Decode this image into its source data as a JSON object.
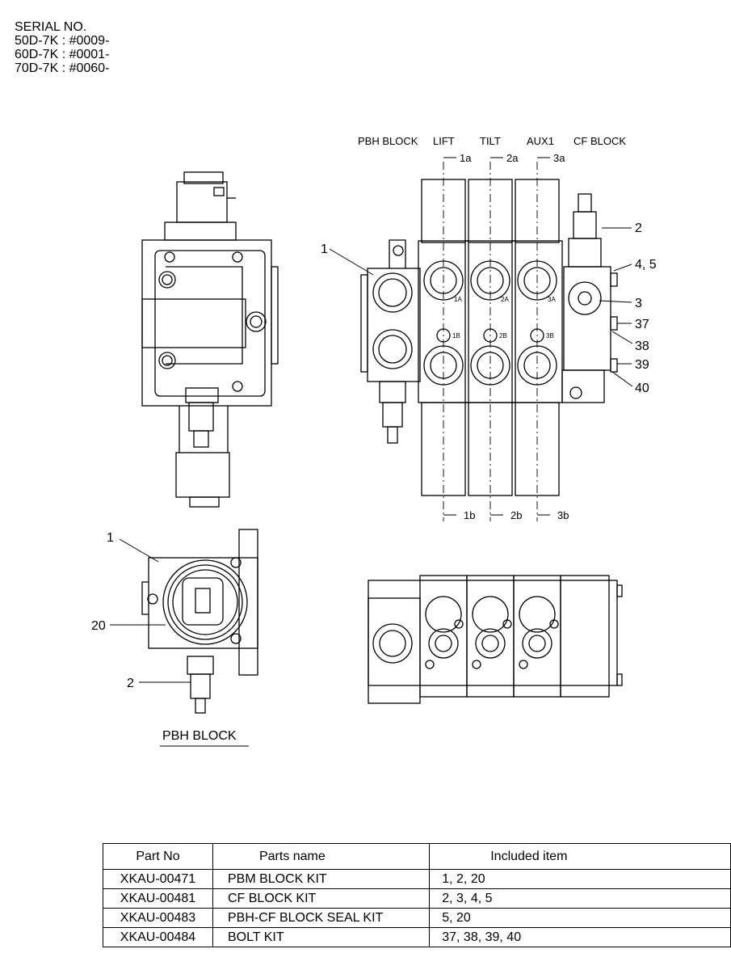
{
  "serial": {
    "title": "SERIAL NO.",
    "lines": [
      "50D-7K : #0009-",
      "60D-7K : #0001-",
      "70D-7K : #0060-"
    ]
  },
  "front_view": {
    "block_labels": [
      "PBH BLOCK",
      "LIFT",
      "TILT",
      "AUX1",
      "CF BLOCK"
    ],
    "section_top": [
      "1a",
      "2a",
      "3a"
    ],
    "section_bottom": [
      "1b",
      "2b",
      "3b"
    ],
    "port_labels_a": [
      "1A",
      "2A",
      "3A"
    ],
    "port_labels_b": [
      "1B",
      "2B",
      "3B"
    ],
    "callouts_left": [
      "1"
    ],
    "callouts_right": [
      "2",
      "4, 5",
      "3",
      "37",
      "38",
      "39",
      "40"
    ]
  },
  "pbh_view": {
    "callouts": [
      "1",
      "20",
      "2"
    ],
    "caption": "PBH BLOCK"
  },
  "parts_table": {
    "headers": [
      "Part No",
      "Parts name",
      "Included item"
    ],
    "rows": [
      {
        "part_no": "XKAU-00471",
        "name": "PBM BLOCK KIT",
        "items": "1, 2, 20"
      },
      {
        "part_no": "XKAU-00481",
        "name": "CF BLOCK KIT",
        "items": "2, 3, 4, 5"
      },
      {
        "part_no": "XKAU-00483",
        "name": "PBH-CF BLOCK SEAL KIT",
        "items": "5, 20"
      },
      {
        "part_no": "XKAU-00484",
        "name": "BOLT KIT",
        "items": "37, 38, 39, 40"
      }
    ]
  }
}
